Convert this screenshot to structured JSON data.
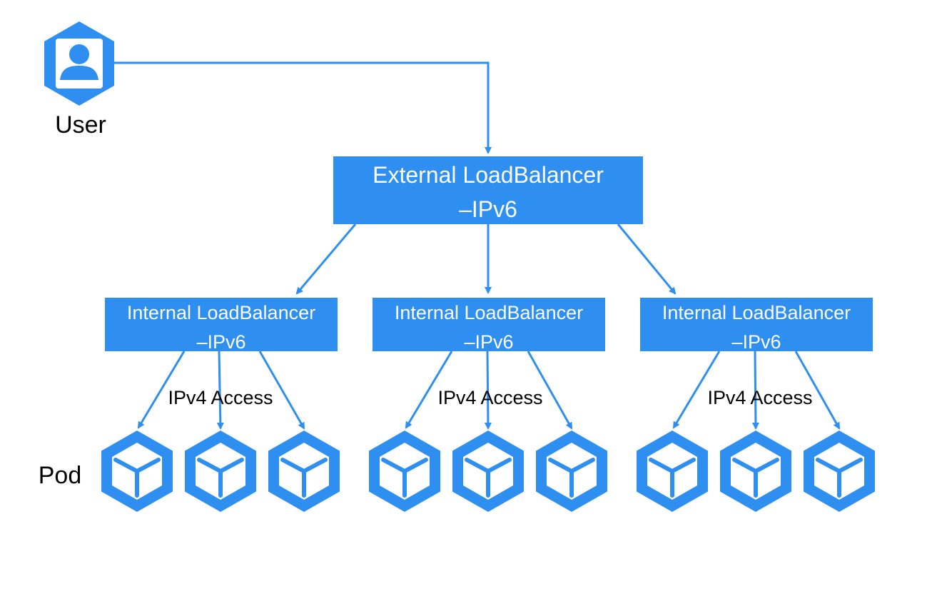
{
  "user": {
    "label": "User",
    "icon": "user-icon"
  },
  "external_lb": {
    "line1": "External LoadBalancer",
    "line2": "–IPv6"
  },
  "internal_lbs": [
    {
      "line1": "Internal LoadBalancer",
      "line2": "–IPv6",
      "access_label": "IPv4 Access"
    },
    {
      "line1": "Internal LoadBalancer",
      "line2": "–IPv6",
      "access_label": "IPv4 Access"
    },
    {
      "line1": "Internal LoadBalancer",
      "line2": "–IPv6",
      "access_label": "IPv4 Access"
    }
  ],
  "pod_label": "Pod",
  "pod_icon": "pod-cube-icon",
  "colors": {
    "accent": "#2f8ff0",
    "text": "#000000",
    "box_text": "#ffffff"
  }
}
